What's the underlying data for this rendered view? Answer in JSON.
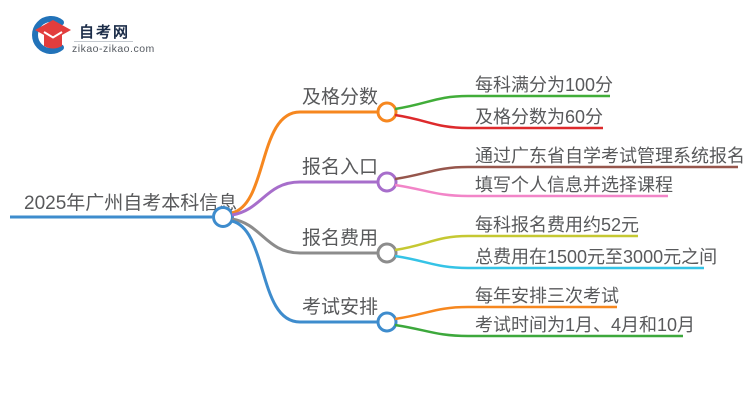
{
  "logo": {
    "name": "自考网",
    "domain": "zikao-zikao.com",
    "brand_blue": "#2273b9",
    "brand_red": "#e23d3d",
    "title_color": "#1c2d49",
    "domain_color": "#555a61"
  },
  "mindmap": {
    "text_color": "#58595b",
    "root": {
      "label": "2025年广州自考本科信息",
      "color": "#3e8ccd"
    },
    "branches": [
      {
        "label": "及格分数",
        "color": "#f6871f",
        "children": [
          {
            "label": "每科满分为100分",
            "color": "#41ad39"
          },
          {
            "label": "及格分数为60分",
            "color": "#dd2a2c"
          }
        ]
      },
      {
        "label": "报名入口",
        "color": "#a76ecb",
        "children": [
          {
            "label": "通过广东省自学考试管理系统报名",
            "color": "#96564c"
          },
          {
            "label": "填写个人信息并选择课程",
            "color": "#f285c8"
          }
        ]
      },
      {
        "label": "报名费用",
        "color": "#8c8c8c",
        "children": [
          {
            "label": "每科报名费用约52元",
            "color": "#c5c832"
          },
          {
            "label": "总费用在1500元至3000元之间",
            "color": "#35c3e6"
          }
        ]
      },
      {
        "label": "考试安排",
        "color": "#3e8ccd",
        "children": [
          {
            "label": "每年安排三次考试",
            "color": "#f6871f"
          },
          {
            "label": "考试时间为1月、4月和10月",
            "color": "#3da83c"
          }
        ]
      }
    ]
  }
}
